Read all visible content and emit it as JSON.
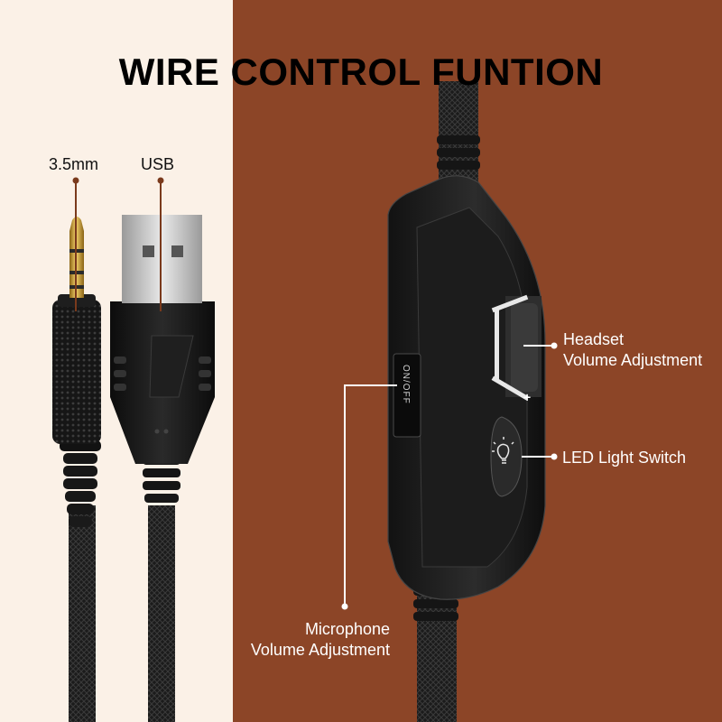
{
  "title": "WIRE CONTROL FUNTION",
  "colors": {
    "left_background": "#fbf1e7",
    "right_background": "#8c4527",
    "callout_line": "#7a3a1c",
    "callout_white": "#ffffff"
  },
  "labels": {
    "jack": "3.5mm",
    "usb": "USB",
    "headset_line1": "Headset",
    "headset_line2": "Volume Adjustment",
    "led": "LED Light Switch",
    "mic_line1": "Microphone",
    "mic_line2": "Volume Adjustment"
  },
  "control": {
    "switch_text": "ON/OFF",
    "plus_sign": "+",
    "icon": "led-bulb-icon"
  }
}
